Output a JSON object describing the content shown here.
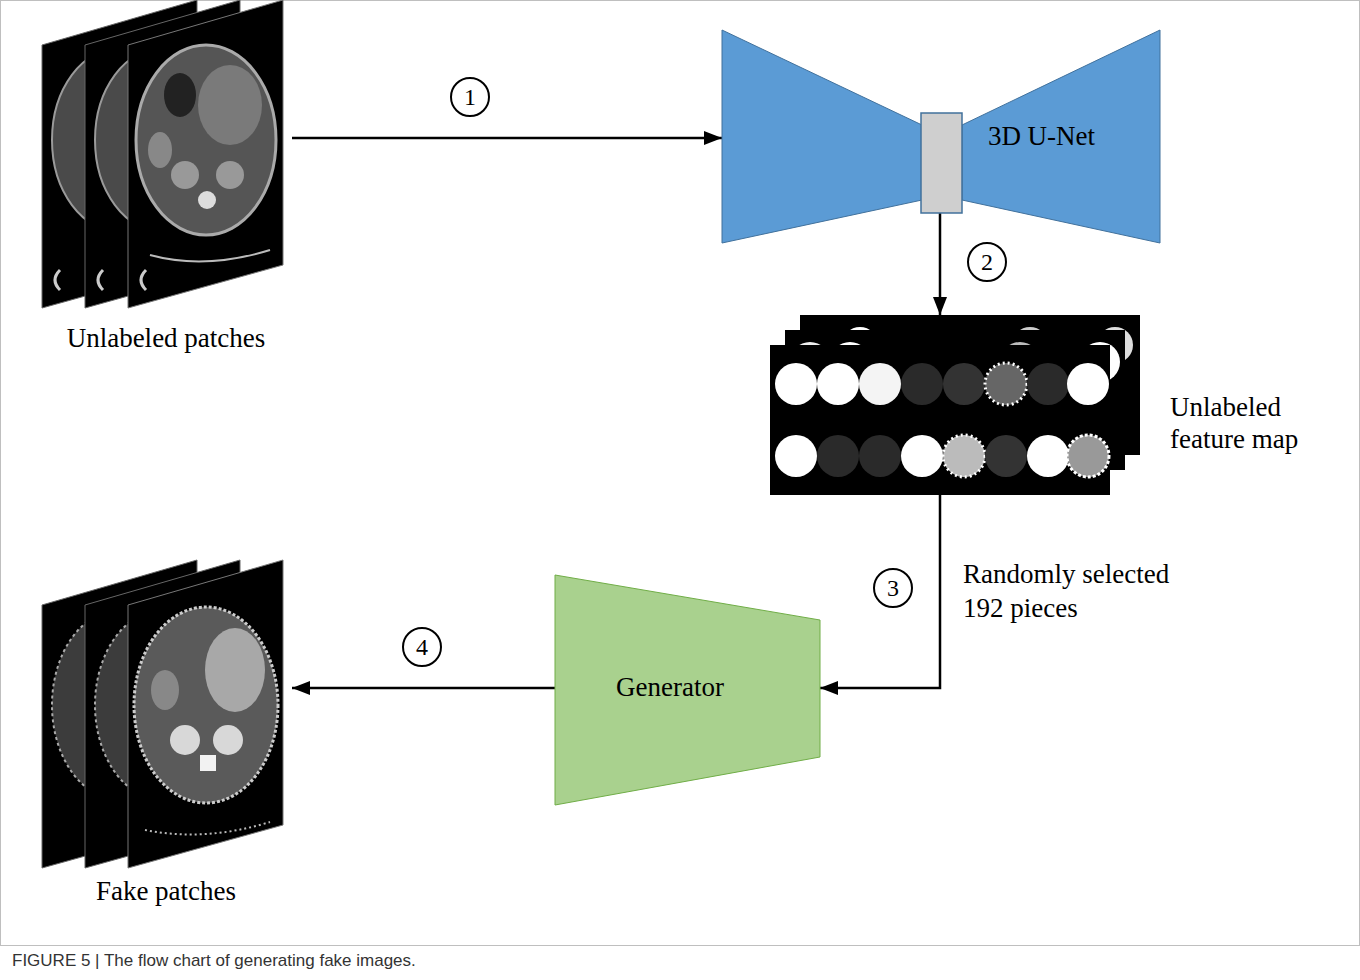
{
  "diagram": {
    "caption": "FIGURE 5 | The flow chart of generating fake images.",
    "nodes": [
      {
        "text": [
          "Unlabeled patches"
        ]
      },
      {
        "text": [
          "3D U-Net"
        ]
      },
      {
        "text": [
          "Unlabeled feature map"
        ]
      },
      {
        "text": [
          "Generator"
        ]
      },
      {
        "text": [
          "Fake patches"
        ]
      }
    ],
    "edges": [
      {
        "from": 0,
        "to": 1,
        "arrow": "to",
        "label": "1"
      },
      {
        "from": 1,
        "to": 2,
        "arrow": "to",
        "label": "2"
      },
      {
        "from": 2,
        "to": 3,
        "arrow": "to",
        "label": "3"
      },
      {
        "from": 3,
        "to": 4,
        "arrow": "to",
        "label": "4"
      }
    ],
    "labels": [
      "Randomly selected 192 pieces"
    ]
  }
}
